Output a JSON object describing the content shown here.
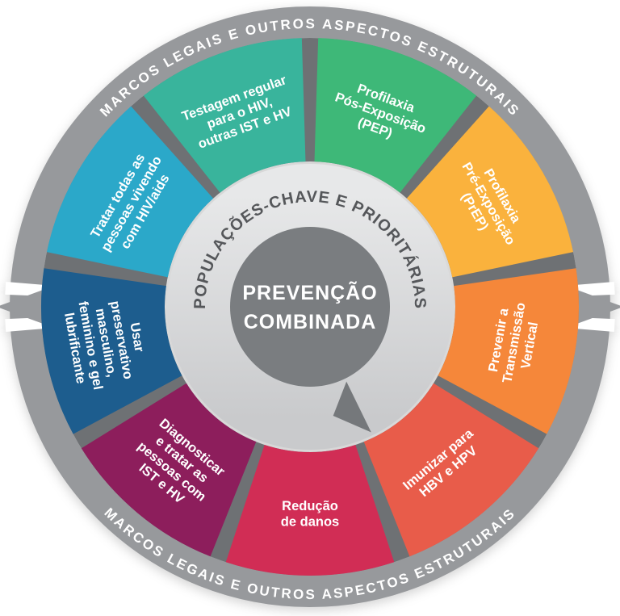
{
  "diagram": {
    "center": {
      "lines": [
        "PREVENÇÃO",
        "COMBINADA"
      ]
    },
    "inner_ring_label": "POPULAÇÕES-CHAVE E PRIORITÁRIAS",
    "outer_band_label_top": "MARCOS LEGAIS E OUTROS ASPECTOS ESTRUTURAIS",
    "outer_band_label_bottom": "MARCOS LEGAIS E OUTROS ASPECTOS ESTRUTURAIS",
    "colors": {
      "background": "#ffffff",
      "outer_band": "#97999c",
      "outer_band_text": "#ffffff",
      "spokes": "#6e7174",
      "inner_ring_top": "#e7e8e9",
      "inner_ring_bottom": "#c9cacc",
      "inner_ring_text": "#55575a",
      "inner_ring_arrow": "#75787b",
      "center_circle": "#7a7d80",
      "center_text": "#ffffff",
      "segment_text": "#ffffff"
    },
    "segments": [
      {
        "id": "pep",
        "angle": 20,
        "color": "#3eb878",
        "lines": [
          "Profilaxia",
          "Pós-Exposição",
          "(PEP)"
        ]
      },
      {
        "id": "prep",
        "angle": 60,
        "color": "#fab23d",
        "lines": [
          "Profilaxia",
          "Pré-Exposição",
          "(PrEP)"
        ]
      },
      {
        "id": "transmissao-vertical",
        "angle": 100,
        "color": "#f5873a",
        "lines": [
          "Prevenir a",
          "Transmissão",
          "Vertical"
        ]
      },
      {
        "id": "imunizar-hbv-hpv",
        "angle": 140,
        "color": "#e85c4a",
        "lines": [
          "Imunizar para",
          "HBV e HPV"
        ]
      },
      {
        "id": "reducao-de-danos",
        "angle": 180,
        "color": "#d12d55",
        "lines": [
          "Redução",
          "de danos"
        ]
      },
      {
        "id": "diagnosticar-ist-hv",
        "angle": 220,
        "color": "#8d1e5c",
        "lines": [
          "Diagnosticar",
          "e tratar as",
          "pessoas com",
          "IST e HV"
        ]
      },
      {
        "id": "usar-preservativo",
        "angle": 260,
        "color": "#1d5d8e",
        "lines": [
          "Usar",
          "preservativo",
          "masculino,",
          "feminino e gel",
          "lubrificante"
        ]
      },
      {
        "id": "tratar-pvhiv",
        "angle": 300,
        "color": "#2ba8c9",
        "lines": [
          "Tratar todas as",
          "pessoas vivendo",
          "com HIV/aids"
        ]
      },
      {
        "id": "testagem-regular",
        "angle": 340,
        "color": "#39b49c",
        "lines": [
          "Testagem regular",
          "para o HIV,",
          "outras IST e HV"
        ]
      }
    ]
  }
}
